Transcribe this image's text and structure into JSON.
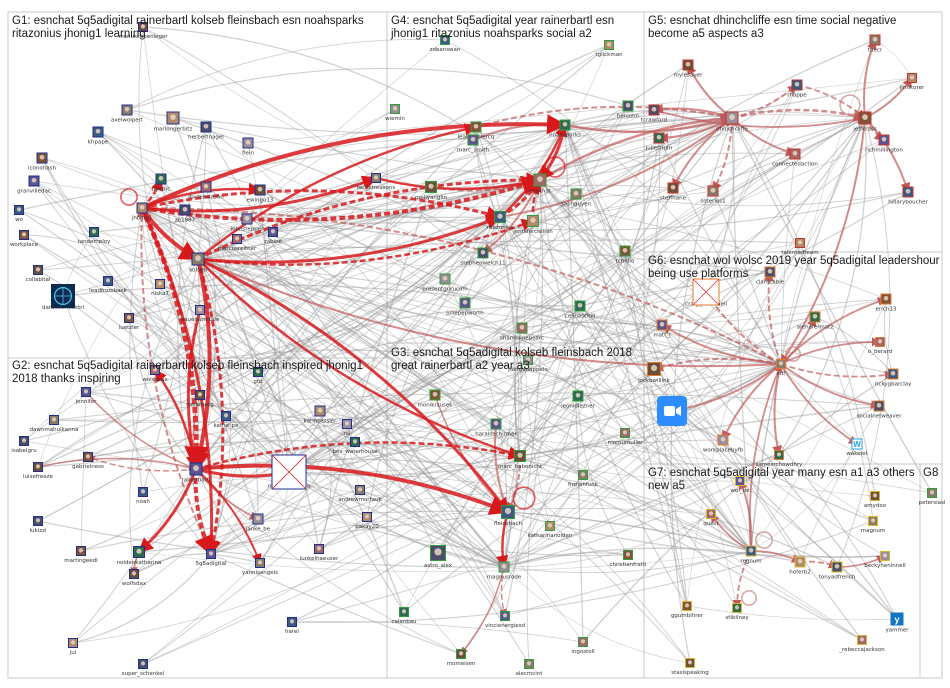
{
  "colors": {
    "edge_strong": "#d8191c",
    "edge_medium": "#c05a5a",
    "edge_weak": "#9a9a9a",
    "group_border": "#c9c9c9",
    "frame_g1": "#1f2f8f",
    "frame_g3": "#2f9e3a",
    "frame_g5": "#c8322a",
    "frame_g6": "#e07b2a",
    "frame_g7": "#d9b82c"
  },
  "groups": [
    {
      "id": "G1",
      "lines": [
        "G1: esnchat 5q5adigital rainerbartl kolseb fleinsbach esn noahsparks",
        "ritazonius jhonig1 learning"
      ]
    },
    {
      "id": "G2",
      "lines": [
        "G2: esnchat 5q5adigital rainerbartl kolseb fleinsbach inspired jhonig1",
        "2018 thanks inspiring"
      ]
    },
    {
      "id": "G3",
      "lines": [
        "G3: esnchat 5q5adigital kolseb fleinsbach 2018",
        "great rainerbartl a2 year a3"
      ]
    },
    {
      "id": "G4",
      "lines": [
        "G4: esnchat 5q5adigital year rainerbartl esn",
        "jhonig1 ritazonius noahsparks social a2"
      ]
    },
    {
      "id": "G5",
      "lines": [
        "G5: esnchat dhinchcliffe esn time social negative",
        "become a5 aspects a3"
      ]
    },
    {
      "id": "G6",
      "lines": [
        "G6: esnchat wol wolsc 2019 year 5q5adigital leadershour",
        "being use platforms"
      ]
    },
    {
      "id": "G7",
      "lines": [
        "G7: esnchat 5q5adigital year many esn a1 a3 others",
        "new a5"
      ]
    },
    {
      "id": "G8",
      "lines": [
        "G8"
      ]
    }
  ],
  "nodes": [
    {
      "id": "manuschoenleger",
      "group": "G1"
    },
    {
      "id": "axelwolpert",
      "group": "G1"
    },
    {
      "id": "khpape",
      "group": "G1"
    },
    {
      "id": "marlongerbitz",
      "group": "G1"
    },
    {
      "id": "herbertnagel",
      "group": "G1"
    },
    {
      "id": "flein",
      "group": "G1"
    },
    {
      "id": "iconohash",
      "group": "G1"
    },
    {
      "id": "miemc",
      "group": "G1"
    },
    {
      "id": "granvilledac",
      "group": "G1"
    },
    {
      "id": "darrenslason",
      "group": "G1"
    },
    {
      "id": "ewingo13",
      "group": "G1"
    },
    {
      "id": "techstreasons",
      "group": "G1"
    },
    {
      "id": "wo",
      "group": "G1"
    },
    {
      "id": "jhonig1",
      "group": "G1"
    },
    {
      "id": "ze1987",
      "group": "G1"
    },
    {
      "id": "johnstepper",
      "group": "G1"
    },
    {
      "id": "workplace",
      "group": "G1"
    },
    {
      "id": "tandemploy",
      "group": "G1"
    },
    {
      "id": "zabine",
      "group": "G1"
    },
    {
      "id": "marcusreitner",
      "group": "G1"
    },
    {
      "id": "collabital",
      "group": "G1"
    },
    {
      "id": "kolseb",
      "group": "G1"
    },
    {
      "id": "leadfromback",
      "group": "G1"
    },
    {
      "id": "niska7",
      "group": "G1"
    },
    {
      "id": "datasciencectrl",
      "group": "G1"
    },
    {
      "id": "neuenarrative",
      "group": "G1"
    },
    {
      "id": "luetzler",
      "group": "G1"
    },
    {
      "id": "gtd",
      "group": "G1"
    },
    {
      "id": "jennifer",
      "group": "G2"
    },
    {
      "id": "wolvesax",
      "group": "G2"
    },
    {
      "id": "oscarberg",
      "group": "G2"
    },
    {
      "id": "dawnmahulkanna",
      "group": "G2"
    },
    {
      "id": "kathe_pe",
      "group": "G2"
    },
    {
      "id": "karinsessler",
      "group": "G2"
    },
    {
      "id": "isabelgru",
      "group": "G2"
    },
    {
      "id": "ral",
      "group": "G2"
    },
    {
      "id": "gabrielness",
      "group": "G2"
    },
    {
      "id": "bev_waterhouse",
      "group": "G2"
    },
    {
      "id": "rainerbartl",
      "group": "G2"
    },
    {
      "id": "michelleobama",
      "group": "G2"
    },
    {
      "id": "luisefreeze",
      "group": "G2"
    },
    {
      "id": "andrewmortauk",
      "group": "G2"
    },
    {
      "id": "noah",
      "group": "G2"
    },
    {
      "id": "pakay20",
      "group": "G2"
    },
    {
      "id": "lukizzi",
      "group": "G2"
    },
    {
      "id": "janke_be",
      "group": "G2"
    },
    {
      "id": "martingeedl",
      "group": "G2"
    },
    {
      "id": "noldenkatharina",
      "group": "G2"
    },
    {
      "id": "5q5adigital",
      "group": "G2"
    },
    {
      "id": "lunkelhaeuser",
      "group": "G2"
    },
    {
      "id": "wolfsdax",
      "group": "G2"
    },
    {
      "id": "yannisangels",
      "group": "G2"
    },
    {
      "id": "harel",
      "group": "G2"
    },
    {
      "id": "jul",
      "group": "G2"
    },
    {
      "id": "super_schenkel",
      "group": "G2"
    },
    {
      "id": "juergenappelo",
      "group": "G3"
    },
    {
      "id": "monikrzusek",
      "group": "G3"
    },
    {
      "id": "leonidlezner",
      "group": "G3"
    },
    {
      "id": "haraldschirmer",
      "group": "G3"
    },
    {
      "id": "mamumuller",
      "group": "G3"
    },
    {
      "id": "marc_habenicht",
      "group": "G3"
    },
    {
      "id": "firmenfunk",
      "group": "G3"
    },
    {
      "id": "fleinsbach",
      "group": "G3"
    },
    {
      "id": "katharinanolden",
      "group": "G3"
    },
    {
      "id": "astro_alex",
      "group": "G3"
    },
    {
      "id": "magnusrode",
      "group": "G3"
    },
    {
      "id": "christianfratti",
      "group": "G3"
    },
    {
      "id": "calanbau",
      "group": "G3"
    },
    {
      "id": "vincienergiesd",
      "group": "G3"
    },
    {
      "id": "ingostoll",
      "group": "G3"
    },
    {
      "id": "momeisen",
      "group": "G3"
    },
    {
      "id": "alecmcint",
      "group": "G3"
    },
    {
      "id": "zdeanswan",
      "group": "G4"
    },
    {
      "id": "tglickman",
      "group": "G4"
    },
    {
      "id": "benjohn",
      "group": "G4"
    },
    {
      "id": "wiemin",
      "group": "G4"
    },
    {
      "id": "leabeleclercq",
      "group": "G4"
    },
    {
      "id": "noahsparks",
      "group": "G4"
    },
    {
      "id": "marc_smith",
      "group": "G4"
    },
    {
      "id": "esnchat",
      "group": "G4"
    },
    {
      "id": "mollyanglin",
      "group": "G4"
    },
    {
      "id": "saphguyen",
      "group": "G4"
    },
    {
      "id": "ritazonius",
      "group": "G4"
    },
    {
      "id": "jennifercreinin",
      "group": "G4"
    },
    {
      "id": "stephenwelch11",
      "group": "G4"
    },
    {
      "id": "presentgurucom",
      "group": "G4"
    },
    {
      "id": "tchello",
      "group": "G4"
    },
    {
      "id": "celinaschill",
      "group": "G4"
    },
    {
      "id": "juliepepworth",
      "group": "G4"
    },
    {
      "id": "sharonlinepearc",
      "group": "G4"
    },
    {
      "id": "mylesauer",
      "group": "G5"
    },
    {
      "id": "thecr",
      "group": "G5"
    },
    {
      "id": "rhappe",
      "group": "G5"
    },
    {
      "id": "jimstorer",
      "group": "G5"
    },
    {
      "id": "tcrawford",
      "group": "G5"
    },
    {
      "id": "dhinchcliffe",
      "group": "G5"
    },
    {
      "id": "jeffkrass",
      "group": "G5"
    },
    {
      "id": "julieshum",
      "group": "G5"
    },
    {
      "id": "richmillington",
      "group": "G5"
    },
    {
      "id": "connectedaction",
      "group": "G5"
    },
    {
      "id": "steffhane",
      "group": "G5"
    },
    {
      "id": "soterios1",
      "group": "G5"
    },
    {
      "id": "hillaryboucher",
      "group": "G5"
    },
    {
      "id": "talentedteam",
      "group": "G5"
    },
    {
      "id": "clarecable",
      "group": "G6"
    },
    {
      "id": "craiggroescheil",
      "group": "G6"
    },
    {
      "id": "erich13",
      "group": "G6"
    },
    {
      "id": "alehafermatz",
      "group": "G6"
    },
    {
      "id": "matt_l",
      "group": "G6"
    },
    {
      "id": "o_berard",
      "group": "G6"
    },
    {
      "id": "jockowillink",
      "group": "G6"
    },
    {
      "id": "sdf",
      "group": "G6"
    },
    {
      "id": "rickygbarclay",
      "group": "G6"
    },
    {
      "id": "zoom_us",
      "group": "G6"
    },
    {
      "id": "socialnetweaver",
      "group": "G6"
    },
    {
      "id": "workplacebyfb",
      "group": "G6"
    },
    {
      "id": "wakelet",
      "group": "G6"
    },
    {
      "id": "samesrchowdhry",
      "group": "G6"
    },
    {
      "id": "wol_de",
      "group": "G7"
    },
    {
      "id": "quest",
      "group": "G7"
    },
    {
      "id": "amydoo",
      "group": "G7"
    },
    {
      "id": "magnum",
      "group": "G7"
    },
    {
      "id": "regnum",
      "group": "G7"
    },
    {
      "id": "hoferb2",
      "group": "G7"
    },
    {
      "id": "tonyadfrench",
      "group": "G7"
    },
    {
      "id": "beckyheninnell",
      "group": "G7"
    },
    {
      "id": "ggumbihrer",
      "group": "G7"
    },
    {
      "id": "stibilney",
      "group": "G7"
    },
    {
      "id": "yammer",
      "group": "G7"
    },
    {
      "id": "_rebeccajackson",
      "group": "G7"
    },
    {
      "id": "stasispeaking",
      "group": "G7"
    },
    {
      "id": "petersiasl",
      "group": "G8"
    }
  ]
}
